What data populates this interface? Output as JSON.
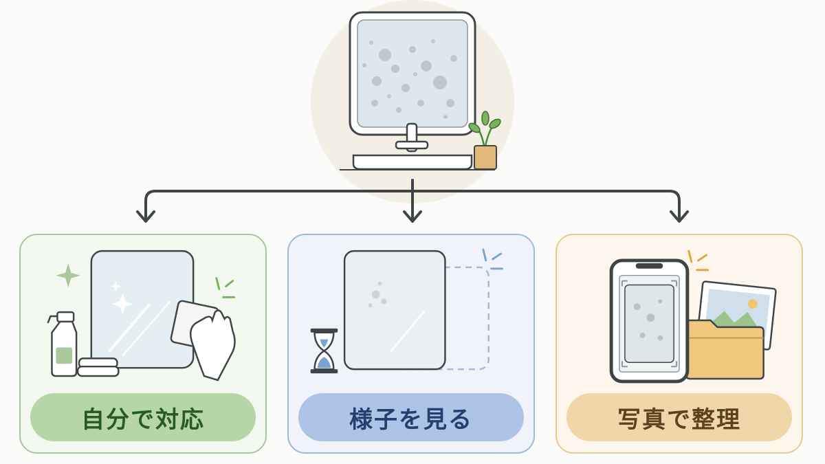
{
  "options": [
    {
      "label": "自分で対応",
      "accent": "#b7d6a8",
      "icon": "cleaning-icon"
    },
    {
      "label": "様子を見る",
      "accent": "#adc4e6",
      "icon": "hourglass-icon"
    },
    {
      "label": "写真で整理",
      "accent": "#f1d7a8",
      "icon": "photo-folder-icon"
    }
  ],
  "colors": {
    "arrow": "#3f4447",
    "top_circle": "#f3efe4",
    "green_border": "#a9c99a",
    "blue_border": "#9eb9dc",
    "orange_border": "#ebc98e"
  }
}
